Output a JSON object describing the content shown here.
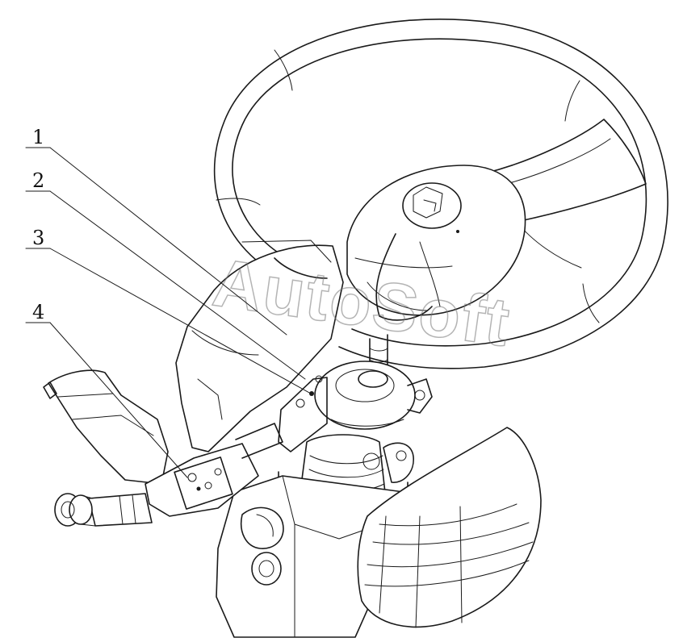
{
  "callouts": [
    {
      "number": "1"
    },
    {
      "number": "2"
    },
    {
      "number": "3"
    },
    {
      "number": "4"
    }
  ],
  "watermark": "AutoSoft"
}
